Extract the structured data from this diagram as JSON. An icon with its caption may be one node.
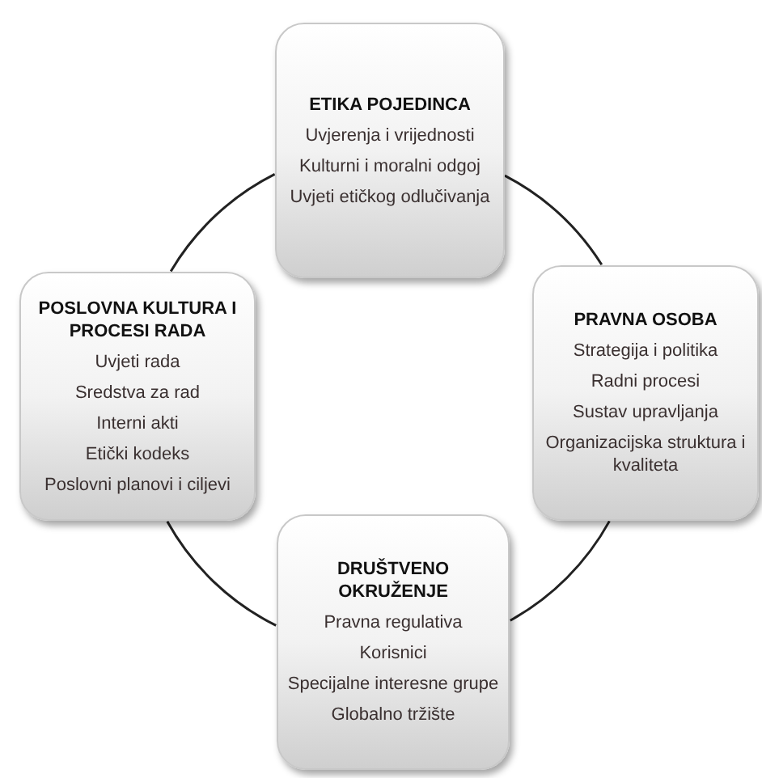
{
  "diagram": {
    "nodes": [
      {
        "text": [
          "ETIKA POJEDINCA",
          "Uvjerenja i vrijednosti",
          "Kulturni i moralni odgoj",
          "Uvjeti etičkog odlučivanja"
        ]
      },
      {
        "text": [
          "POSLOVNA KULTURA I PROCESI RADA",
          "Uvjeti rada",
          "Sredstva za rad",
          "Interni akti",
          "Etički kodeks",
          "Poslovni planovi i ciljevi"
        ]
      },
      {
        "text": [
          "PRAVNA OSOBA",
          "Strategija i politika",
          "Radni procesi",
          "Sustav upravljanja",
          "Organizacijska struktura i kvaliteta"
        ]
      },
      {
        "text": [
          "DRUŠTVENO OKRUŽENJE",
          "Pravna regulativa",
          "Korisnici",
          "Specijalne interesne grupe",
          "Globalno tržište"
        ]
      }
    ],
    "edges": [
      {
        "from": 0,
        "to": 2,
        "arrow": "none"
      },
      {
        "from": 2,
        "to": 3,
        "arrow": "none"
      },
      {
        "from": 3,
        "to": 1,
        "arrow": "none"
      },
      {
        "from": 1,
        "to": 0,
        "arrow": "none"
      }
    ]
  }
}
